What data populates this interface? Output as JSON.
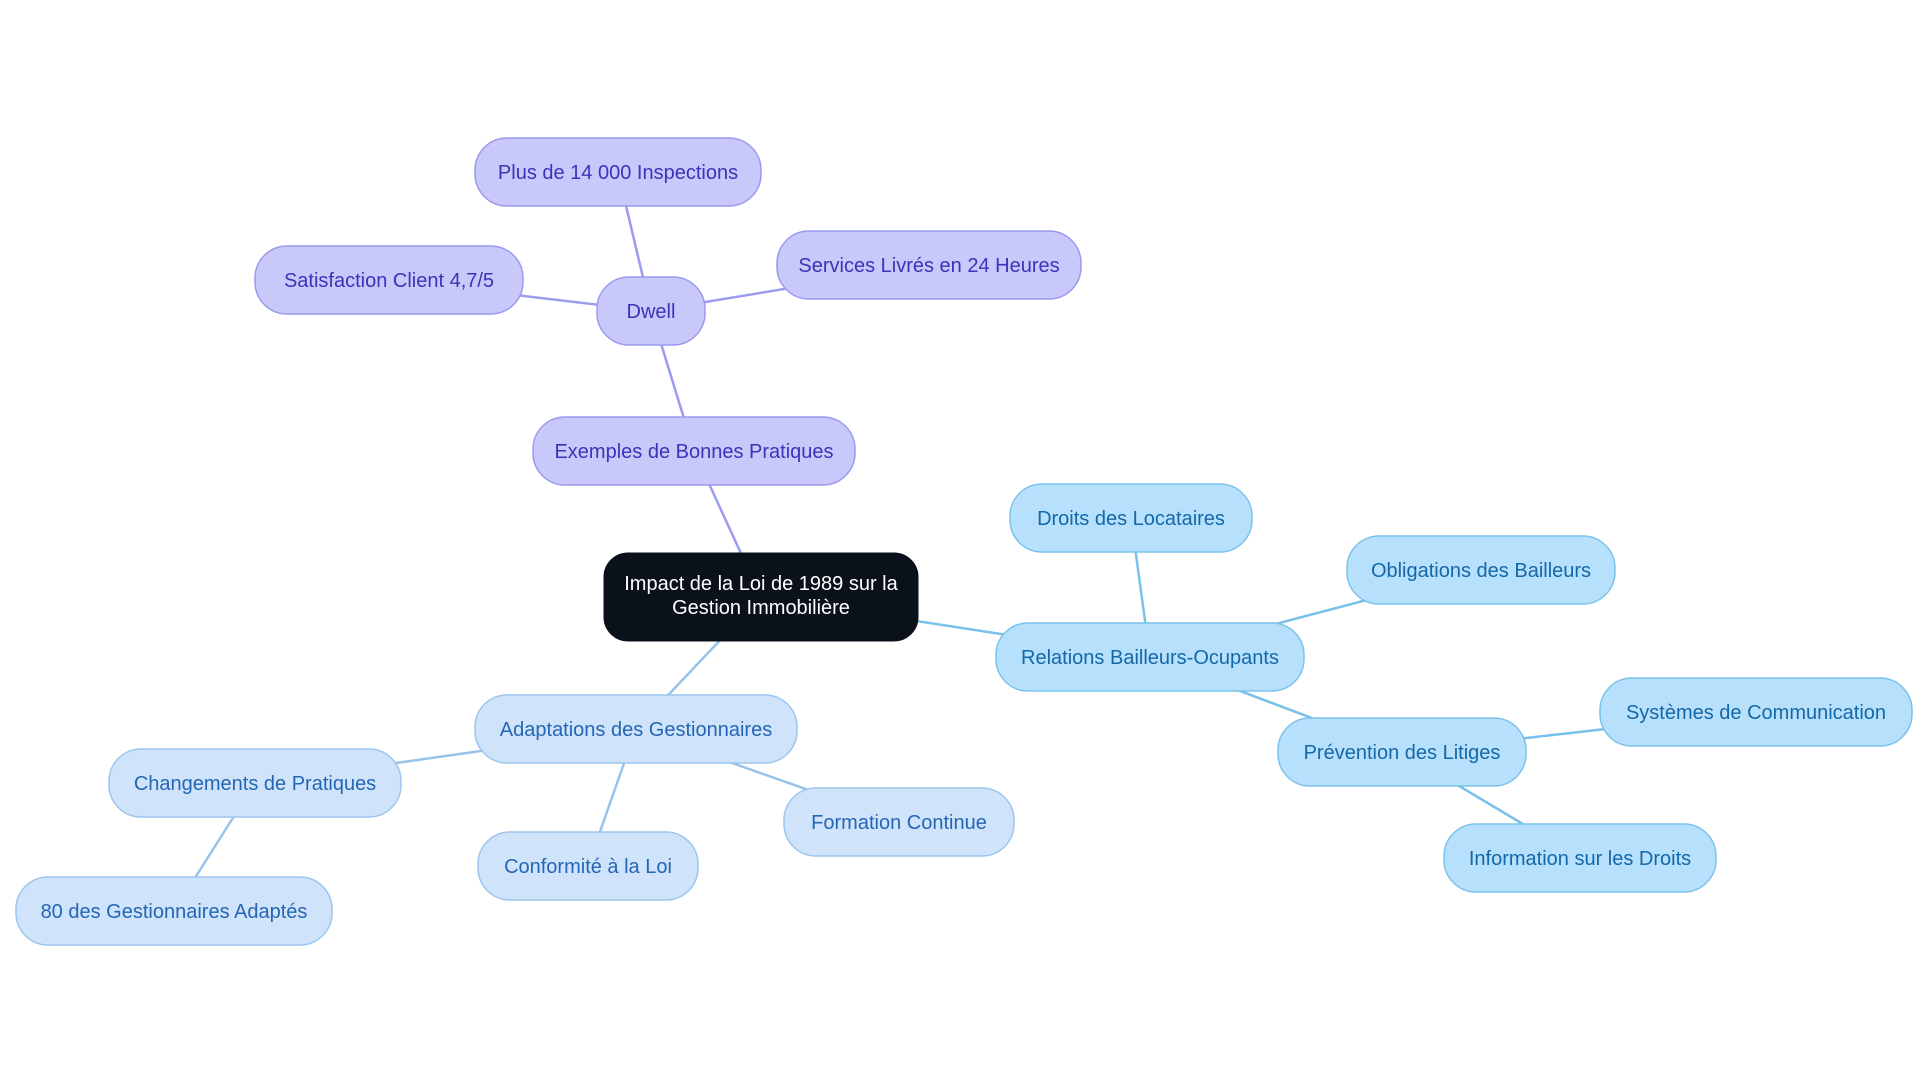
{
  "colors": {
    "root_fill": "#0b111a",
    "root_text": "#ffffff",
    "purple_fill": "#c9c8fb",
    "purple_stroke": "#9b99f0",
    "purple_text": "#3b33b8",
    "purple_edge": "#9b9cf0",
    "sky_fill": "#b6e0fb",
    "sky_stroke": "#7cc3ec",
    "sky_text": "#1568a8",
    "sky_edge": "#79c1ea",
    "pale_fill": "#cfe3fa",
    "pale_stroke": "#9cc6ee",
    "pale_text": "#2466b5",
    "pale_edge": "#97c3eb"
  },
  "root": {
    "lines": [
      "Impact de la Loi de 1989 sur la",
      "Gestion Immobilière"
    ]
  },
  "nodes": [
    {
      "id": "exemples",
      "label": "Exemples de Bonnes Pratiques",
      "parent": "root",
      "theme": "purple"
    },
    {
      "id": "dwell",
      "label": "Dwell",
      "parent": "exemples",
      "theme": "purple"
    },
    {
      "id": "inspections",
      "label": "Plus de 14 000 Inspections",
      "parent": "dwell",
      "theme": "purple"
    },
    {
      "id": "satisfaction",
      "label": "Satisfaction Client 4,7/5",
      "parent": "dwell",
      "theme": "purple"
    },
    {
      "id": "services",
      "label": "Services Livrés en 24 Heures",
      "parent": "dwell",
      "theme": "purple"
    },
    {
      "id": "relations",
      "label": "Relations Bailleurs-Ocupants",
      "parent": "root",
      "theme": "sky"
    },
    {
      "id": "droits",
      "label": "Droits des Locataires",
      "parent": "relations",
      "theme": "sky"
    },
    {
      "id": "obligations",
      "label": "Obligations des Bailleurs",
      "parent": "relations",
      "theme": "sky"
    },
    {
      "id": "prevention",
      "label": "Prévention des Litiges",
      "parent": "relations",
      "theme": "sky"
    },
    {
      "id": "systemes",
      "label": "Systèmes de Communication",
      "parent": "prevention",
      "theme": "sky"
    },
    {
      "id": "information",
      "label": "Information sur les Droits",
      "parent": "prevention",
      "theme": "sky"
    },
    {
      "id": "adaptations",
      "label": "Adaptations des Gestionnaires",
      "parent": "root",
      "theme": "pale"
    },
    {
      "id": "changements",
      "label": "Changements de Pratiques",
      "parent": "adaptations",
      "theme": "pale"
    },
    {
      "id": "quatrevingts",
      "label": "80 des Gestionnaires Adaptés",
      "parent": "changements",
      "theme": "pale"
    },
    {
      "id": "conformite",
      "label": "Conformité à la Loi",
      "parent": "adaptations",
      "theme": "pale"
    },
    {
      "id": "formation",
      "label": "Formation Continue",
      "parent": "adaptations",
      "theme": "pale"
    }
  ]
}
